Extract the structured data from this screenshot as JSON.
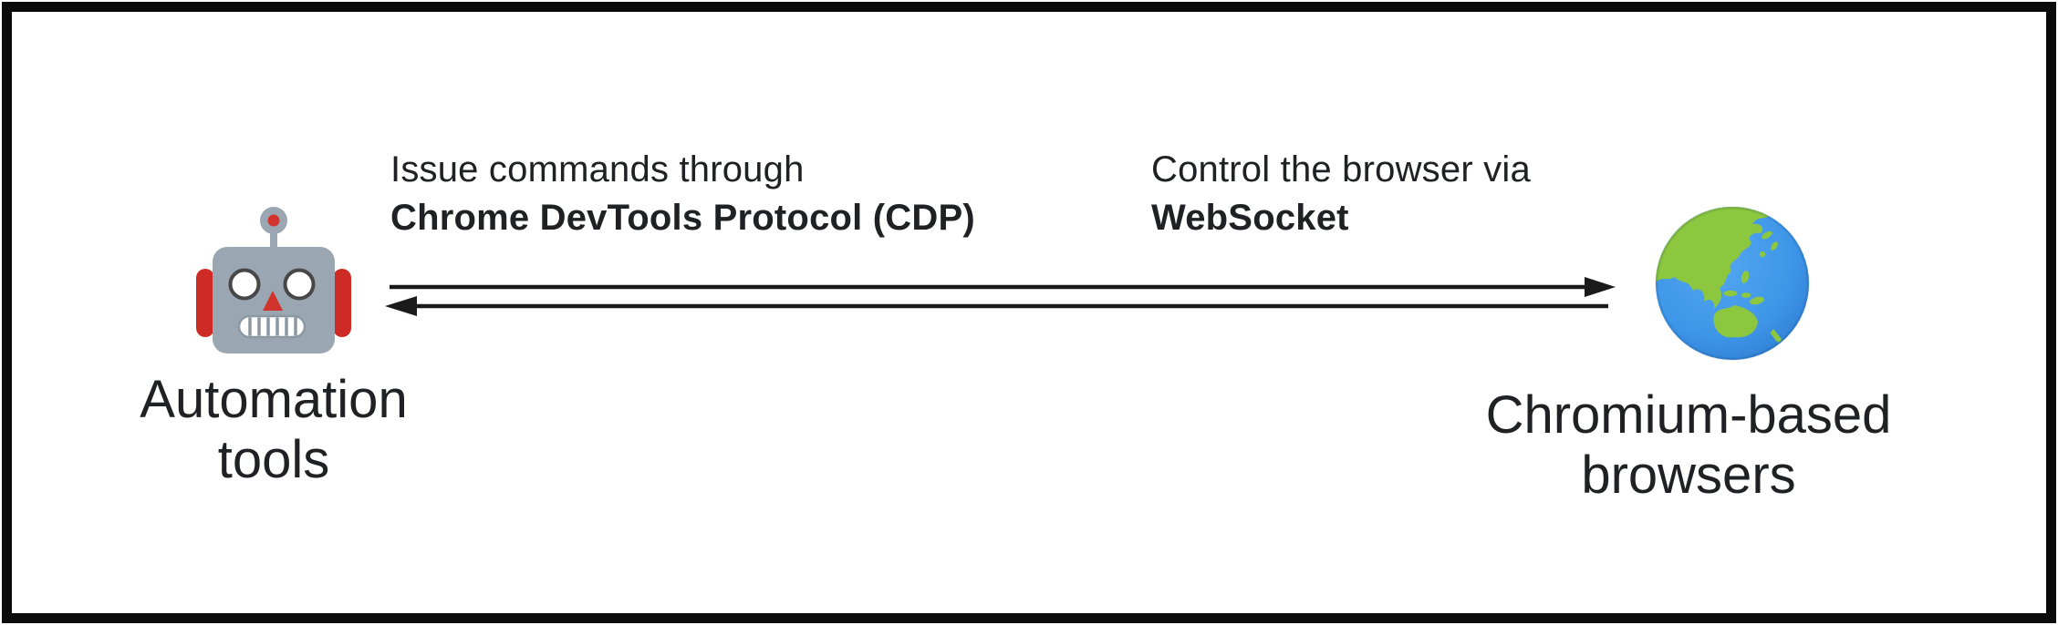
{
  "diagram": {
    "title": "Automation tools controlling Chromium-based browsers via CDP over WebSocket",
    "left_node": {
      "icon": "robot-icon",
      "label_line1": "Automation",
      "label_line2": "tools"
    },
    "right_node": {
      "icon": "globe-asia-australia-icon",
      "label_line1": "Chromium-based",
      "label_line2": "browsers"
    },
    "left_annotation": {
      "line1": "Issue commands through",
      "line2": "Chrome DevTools Protocol (CDP)"
    },
    "right_annotation": {
      "line1": "Control the browser via",
      "line2": "WebSocket"
    },
    "arrows": {
      "top_direction": "right",
      "bottom_direction": "left",
      "color": "#1a1a1a"
    },
    "colors": {
      "border": "#0b0b0b",
      "text": "#202124",
      "robot_head": "#9aa7b2",
      "robot_red": "#d0342c",
      "globe_ocean": "#3f96e8",
      "globe_land": "#8dc63f"
    }
  }
}
